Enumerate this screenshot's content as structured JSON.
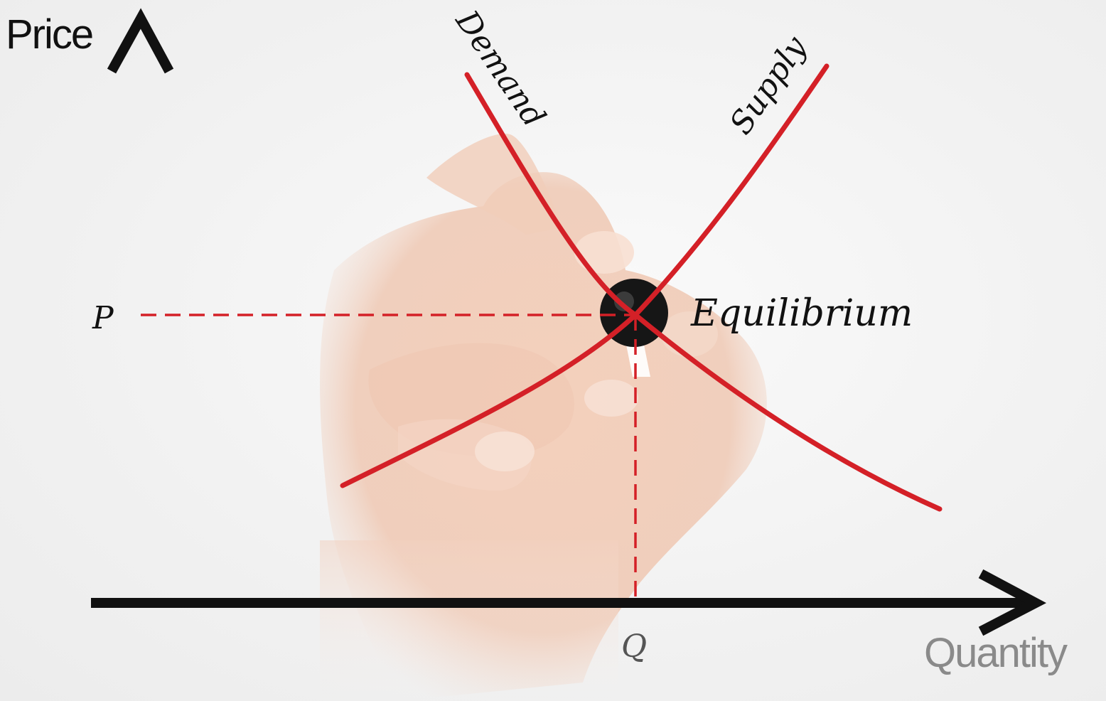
{
  "diagram": {
    "y_axis_label": "Price",
    "x_axis_label": "Quantity",
    "price_marker": "P",
    "quantity_marker": "Q",
    "demand_label": "Demand",
    "supply_label": "Supply",
    "equilibrium_label": "Equilibrium"
  },
  "colors": {
    "curve": "#d42027",
    "axis": "#111111",
    "quantity_label": "#8a8a8a",
    "marker_label": "#555555"
  },
  "image": {
    "background_subject": "hand holding marker"
  }
}
